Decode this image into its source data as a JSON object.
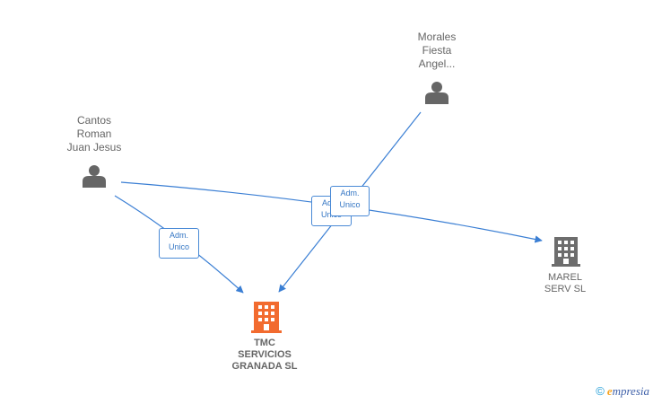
{
  "persons": [
    {
      "id": "cantos",
      "lines": [
        "Cantos",
        "Roman",
        "Juan Jesus"
      ]
    },
    {
      "id": "morales",
      "lines": [
        "Morales",
        "Fiesta",
        "Angel..."
      ]
    }
  ],
  "companies": [
    {
      "id": "tmc",
      "lines": [
        "TMC",
        "SERVICIOS",
        "GRANADA  SL"
      ],
      "color": "#f26b2f"
    },
    {
      "id": "marel",
      "lines": [
        "MAREL",
        "SERV  SL"
      ],
      "color": "#6d6d6d"
    }
  ],
  "edges": [
    {
      "from": "cantos",
      "to": "tmc",
      "role_lines": [
        "Adm.",
        "Unico"
      ]
    },
    {
      "from": "cantos",
      "to": "marel",
      "role_lines": [
        "Adm.",
        "Unico"
      ]
    },
    {
      "from": "morales",
      "to": "tmc",
      "role_lines": [
        "Adm.",
        "Unico"
      ]
    }
  ],
  "colors": {
    "edge": "#3b7fd4",
    "person": "#666666"
  },
  "watermark": {
    "copyright": "©",
    "brand_initial": "e",
    "brand_rest": "mpresia"
  }
}
